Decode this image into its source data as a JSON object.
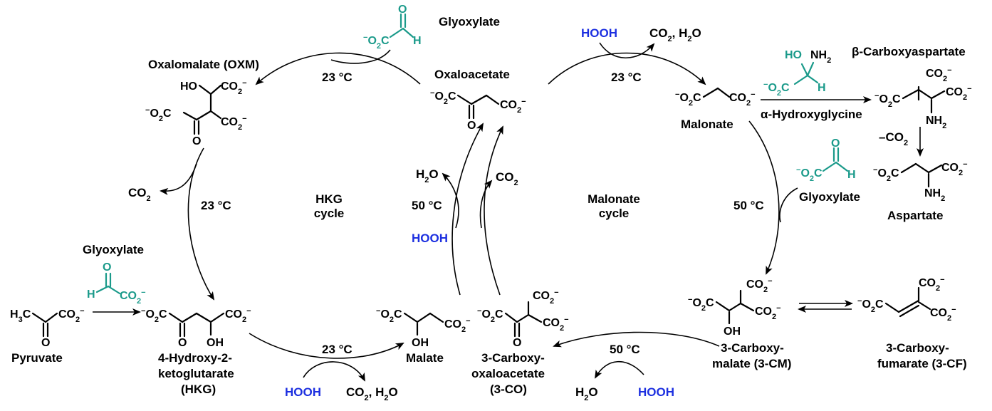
{
  "cycles": {
    "hkg": [
      "HKG",
      "cycle"
    ],
    "malonate": [
      "Malonate",
      "cycle"
    ]
  },
  "compounds": {
    "glyoxylate": "Glyoxylate",
    "oxalomalate": "Oxalomalate (OXM)",
    "oxaloacetate": "Oxaloacetate",
    "malonate": "Malonate",
    "hydroxyglycine": "α-Hydroxyglycine",
    "carboxyaspartate": "β-Carboxyaspartate",
    "aspartate": "Aspartate",
    "pyruvate": "Pyruvate",
    "hkg": [
      "4-Hydroxy-2-",
      "ketoglutarate",
      "(HKG)"
    ],
    "malate": "Malate",
    "carboxyoxaloacetate": [
      "3-Carboxy-",
      "oxaloacetate",
      "(3-CO)"
    ],
    "carboxymalate": [
      "3-Carboxy-",
      "malate (3-CM)"
    ],
    "carboxyfumarate": [
      "3-Carboxy-",
      "fumarate (3-CF)"
    ]
  },
  "conditions": {
    "temp_23": "23 °C",
    "temp_50": "50 °C"
  },
  "reagents": {
    "hooh": "HOOH",
    "co2": "CO",
    "h2o": "H",
    "minus_co2": "–CO",
    "co2_h2o": [
      "CO",
      ", H",
      "O"
    ]
  },
  "colors": {
    "teal": "#1a9a8a",
    "blue": "#1c2fe0",
    "black": "#000000"
  }
}
